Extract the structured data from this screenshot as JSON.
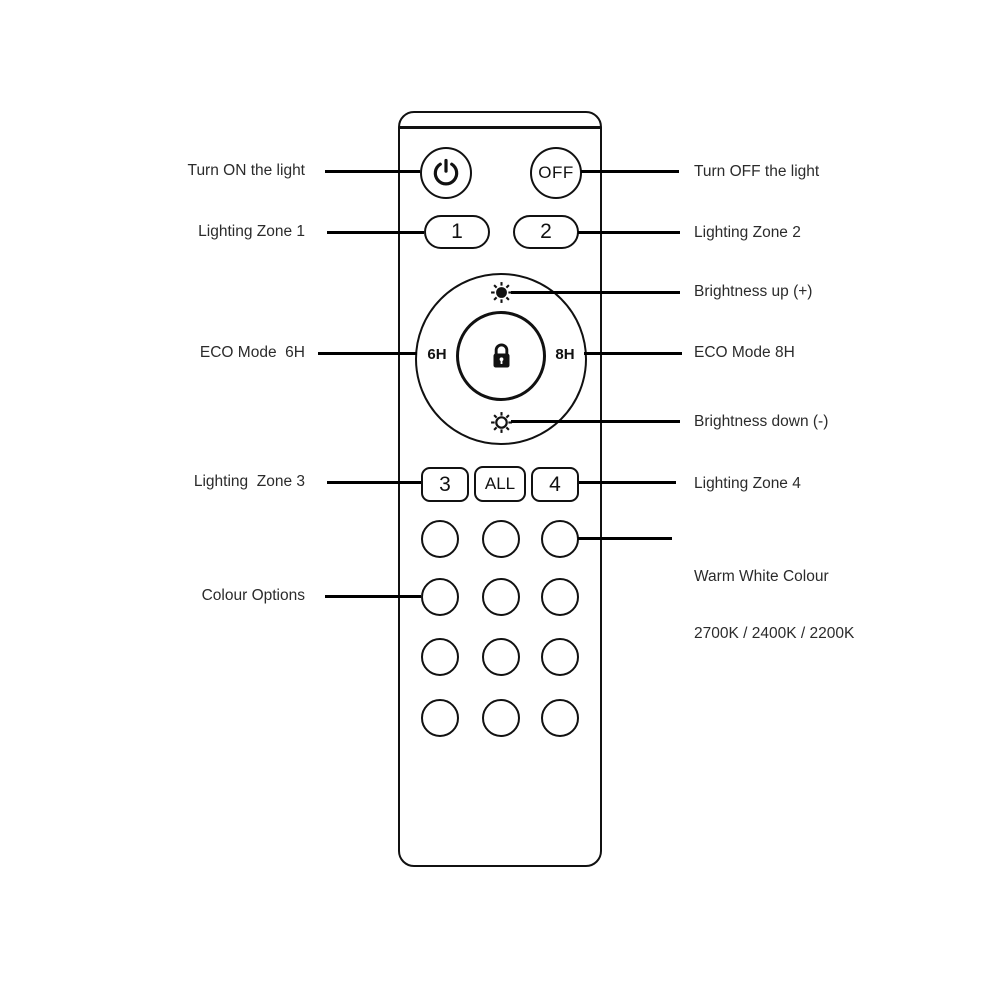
{
  "page": {
    "background": "#ffffff"
  },
  "labels_left": [
    "Turn ON the light",
    "Lighting Zone 1",
    "ECO Mode  6H",
    "Lighting  Zone 3",
    "Colour Options"
  ],
  "labels_right": [
    "Turn OFF the light",
    "Lighting Zone 2",
    "Brightness up (+)",
    "ECO Mode 8H",
    "Brightness down (-)",
    "Lighting Zone 4"
  ],
  "warm_white": {
    "line1": "Warm White Colour",
    "line2": "2700K / 2400K / 2200K"
  },
  "remote": {
    "off_label": "OFF",
    "zone1_label": "1",
    "zone2_label": "2",
    "zone3_label": "3",
    "all_label": "ALL",
    "zone4_label": "4",
    "eco6_label": "6H",
    "eco8_label": "8H",
    "icons": {
      "power": "power-icon",
      "brightness_up": "sun-filled-icon",
      "brightness_down": "sun-outline-icon",
      "lock": "lock-icon"
    }
  },
  "colors": {
    "outline": "#111111",
    "connector": "#000000",
    "text": "#2b2b2b"
  }
}
